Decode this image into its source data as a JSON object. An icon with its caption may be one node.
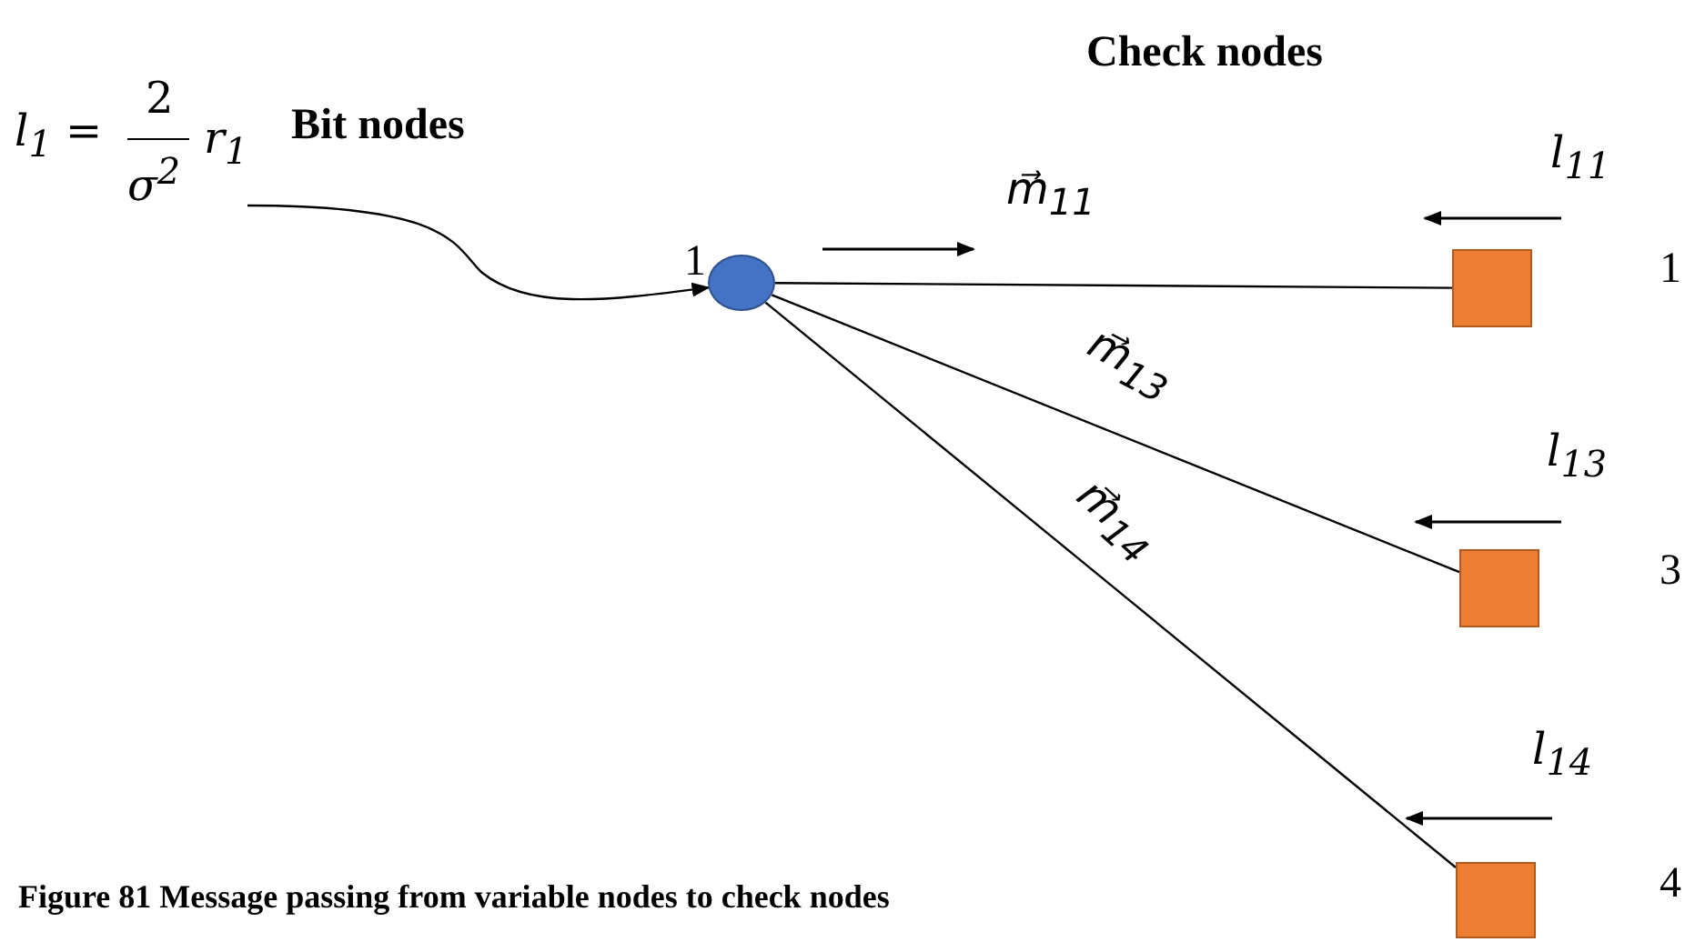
{
  "diagram": {
    "caption": "Figure 81 Message passing from variable nodes to check nodes",
    "nodes": [
      {
        "text": [
          "l$_{1}$ =",
          "2",
          "σ$^{2}$",
          "r$_{1}$"
        ]
      },
      {
        "text": [],
        "shape": "circle",
        "beside": [
          "1"
        ]
      },
      {
        "text": [],
        "shape": "box",
        "beside": [
          "l$_{11}$",
          "1"
        ]
      },
      {
        "text": [],
        "shape": "box",
        "beside": [
          "l$_{13}$",
          "3"
        ]
      },
      {
        "text": [],
        "shape": "box",
        "beside": [
          "l$_{14}$",
          "4"
        ]
      }
    ],
    "edges": [
      {
        "from": 0,
        "to": 1,
        "arrow": "to"
      },
      {
        "from": 1,
        "to": 2,
        "arrow": "none",
        "label": "m⃗$_{11}$"
      },
      {
        "from": 1,
        "to": 3,
        "arrow": "none",
        "label": "m⃗$_{13}$"
      },
      {
        "from": 1,
        "to": 4,
        "arrow": "none",
        "label": "m⃗$_{14}$"
      }
    ],
    "labels": [
      "Bit nodes",
      "Check nodes"
    ]
  }
}
